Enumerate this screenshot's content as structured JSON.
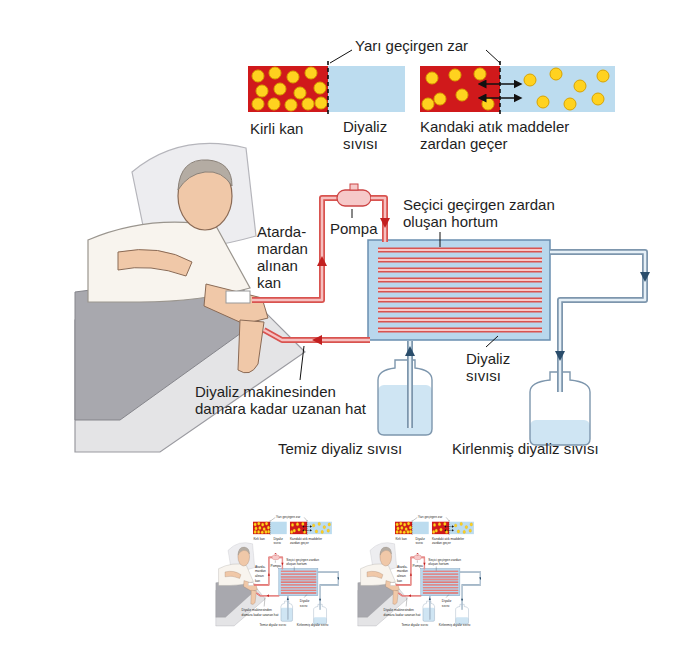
{
  "diagram": {
    "labels": [
      "Yarı geçirgen zar",
      "Kirli kan",
      "Diyaliz sıvısı",
      "Kandaki atık maddeler zardan geçer",
      "Atarda- mardan alınan kan",
      "Pompa",
      "Seçici geçirgen zardan oluşan hortum",
      "Diyaliz sıvısı",
      "Diyaliz makinesinden damara kadar uzanan hat",
      "Temiz diyaliz sıvısı",
      "Kirlenmiş diyaliz sıvısı",
      "Yarı geçirgen zar",
      "Kirli kan",
      "Diyaliz sıvısı",
      "Kandaki atık maddeler zardan geçer",
      "Atarda- mardan alınan kan",
      "Pompa",
      "Seçici geçirgen zardan oluşan hortum",
      "Diyaliz sıvısı",
      "Diyaliz makinesinden damara kadar uzanan hat",
      "Temiz diyaliz sıvısı",
      "Kirlenmiş diyaliz sıvısı",
      "Yarı geçirgen zar",
      "Kirli kan",
      "Diyaliz sıvısı",
      "Kandaki atık maddeler zardan geçer",
      "Atarda- mardan alınan kan",
      "Pompa",
      "Seçici geçirgen zardan oluşan hortum",
      "Diyaliz sıvısı",
      "Diyaliz makinesinden damara kadar uzanan hat",
      "Temiz diyaliz sıvısı",
      "Kirlenmiş diyaliz sıvısı"
    ]
  }
}
